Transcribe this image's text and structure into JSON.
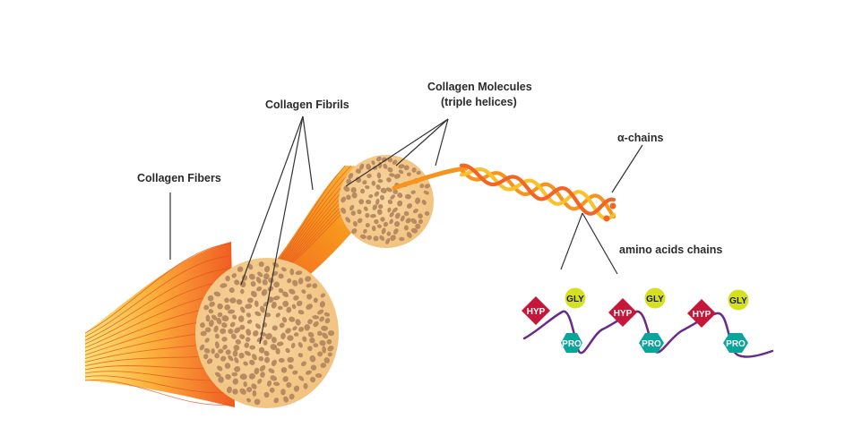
{
  "labels": {
    "fibers": "Collagen Fibers",
    "fibrils": "Collagen Fibrils",
    "molecules_line1": "Collagen Molecules",
    "molecules_line2": "(triple helices)",
    "alpha_chains": "α-chains",
    "amino_acids": "amino acids chains"
  },
  "amino_acid_units": [
    {
      "hyp": "HYP",
      "gly": "GLY",
      "pro": "PRO"
    },
    {
      "hyp": "HYP",
      "gly": "GLY",
      "pro": "PRO"
    },
    {
      "hyp": "HYP",
      "gly": "GLY",
      "pro": "PRO"
    }
  ],
  "colors": {
    "fiber_orange": "#f26a21",
    "fiber_yellow": "#fbc02d",
    "cross_section": "#f4c98a",
    "dots": "#b58860",
    "hyp": "#c4173a",
    "gly": "#d4e021",
    "pro": "#0aa59a",
    "backbone": "#6a2a8a",
    "leader": "#333333"
  }
}
